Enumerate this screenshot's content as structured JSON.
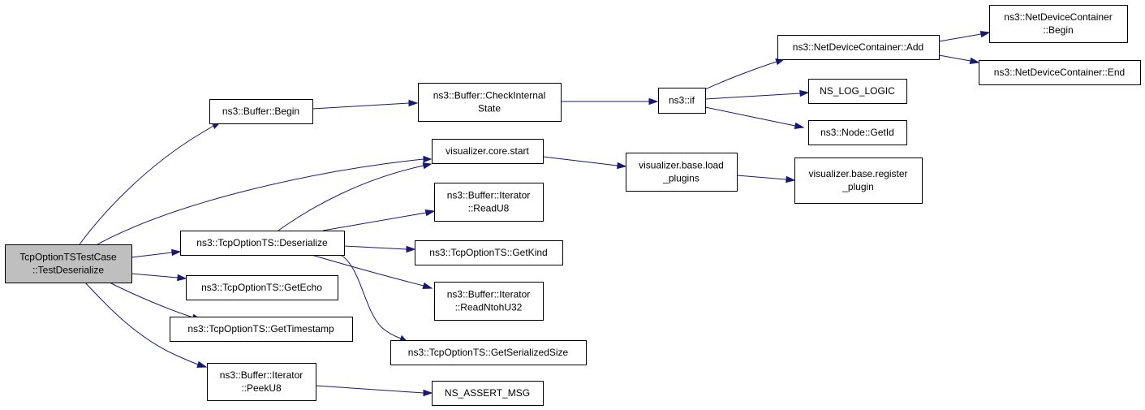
{
  "diagram": {
    "type": "call-graph",
    "colors": {
      "edge": "#191970",
      "root_fill": "#bfbfbf",
      "node_fill": "#ffffff",
      "border": "#000000"
    },
    "nodes": [
      {
        "id": "root",
        "lines": [
          "TcpOptionTSTestCase",
          "::TestDeserialize"
        ],
        "root": true
      },
      {
        "id": "buffer_begin",
        "lines": [
          "ns3::Buffer::Begin"
        ]
      },
      {
        "id": "check_internal",
        "lines": [
          "ns3::Buffer::CheckInternal",
          "State"
        ]
      },
      {
        "id": "ns3_if",
        "lines": [
          "ns3::if"
        ]
      },
      {
        "id": "ndc_add",
        "lines": [
          "ns3::NetDeviceContainer::Add"
        ]
      },
      {
        "id": "ndc_begin",
        "lines": [
          "ns3::NetDeviceContainer",
          "::Begin"
        ]
      },
      {
        "id": "ndc_end",
        "lines": [
          "ns3::NetDeviceContainer::End"
        ]
      },
      {
        "id": "ns_log_logic",
        "lines": [
          "NS_LOG_LOGIC"
        ]
      },
      {
        "id": "node_getid",
        "lines": [
          "ns3::Node::GetId"
        ]
      },
      {
        "id": "viz_start",
        "lines": [
          "visualizer.core.start"
        ]
      },
      {
        "id": "viz_load",
        "lines": [
          "visualizer.base.load",
          "_plugins"
        ]
      },
      {
        "id": "viz_register",
        "lines": [
          "visualizer.base.register",
          "_plugin"
        ]
      },
      {
        "id": "deserialize",
        "lines": [
          "ns3::TcpOptionTS::Deserialize"
        ]
      },
      {
        "id": "readu8",
        "lines": [
          "ns3::Buffer::Iterator",
          "::ReadU8"
        ]
      },
      {
        "id": "getkind",
        "lines": [
          "ns3::TcpOptionTS::GetKind"
        ]
      },
      {
        "id": "readntohu32",
        "lines": [
          "ns3::Buffer::Iterator",
          "::ReadNtohU32"
        ]
      },
      {
        "id": "getserialized",
        "lines": [
          "ns3::TcpOptionTS::GetSerializedSize"
        ]
      },
      {
        "id": "getecho",
        "lines": [
          "ns3::TcpOptionTS::GetEcho"
        ]
      },
      {
        "id": "gettimestamp",
        "lines": [
          "ns3::TcpOptionTS::GetTimestamp"
        ]
      },
      {
        "id": "peeku8",
        "lines": [
          "ns3::Buffer::Iterator",
          "::PeekU8"
        ]
      },
      {
        "id": "ns_assert",
        "lines": [
          "NS_ASSERT_MSG"
        ]
      }
    ],
    "edges": [
      {
        "from": "root",
        "to": "buffer_begin"
      },
      {
        "from": "root",
        "to": "viz_start"
      },
      {
        "from": "root",
        "to": "deserialize"
      },
      {
        "from": "root",
        "to": "getecho"
      },
      {
        "from": "root",
        "to": "gettimestamp"
      },
      {
        "from": "root",
        "to": "peeku8"
      },
      {
        "from": "buffer_begin",
        "to": "check_internal"
      },
      {
        "from": "check_internal",
        "to": "ns3_if"
      },
      {
        "from": "ns3_if",
        "to": "ndc_add"
      },
      {
        "from": "ns3_if",
        "to": "ns_log_logic"
      },
      {
        "from": "ns3_if",
        "to": "node_getid"
      },
      {
        "from": "ndc_add",
        "to": "ndc_begin"
      },
      {
        "from": "ndc_add",
        "to": "ndc_end"
      },
      {
        "from": "viz_start",
        "to": "viz_load"
      },
      {
        "from": "viz_load",
        "to": "viz_register"
      },
      {
        "from": "deserialize",
        "to": "viz_start"
      },
      {
        "from": "deserialize",
        "to": "readu8"
      },
      {
        "from": "deserialize",
        "to": "getkind"
      },
      {
        "from": "deserialize",
        "to": "readntohu32"
      },
      {
        "from": "deserialize",
        "to": "getserialized"
      },
      {
        "from": "peeku8",
        "to": "ns_assert"
      }
    ]
  }
}
